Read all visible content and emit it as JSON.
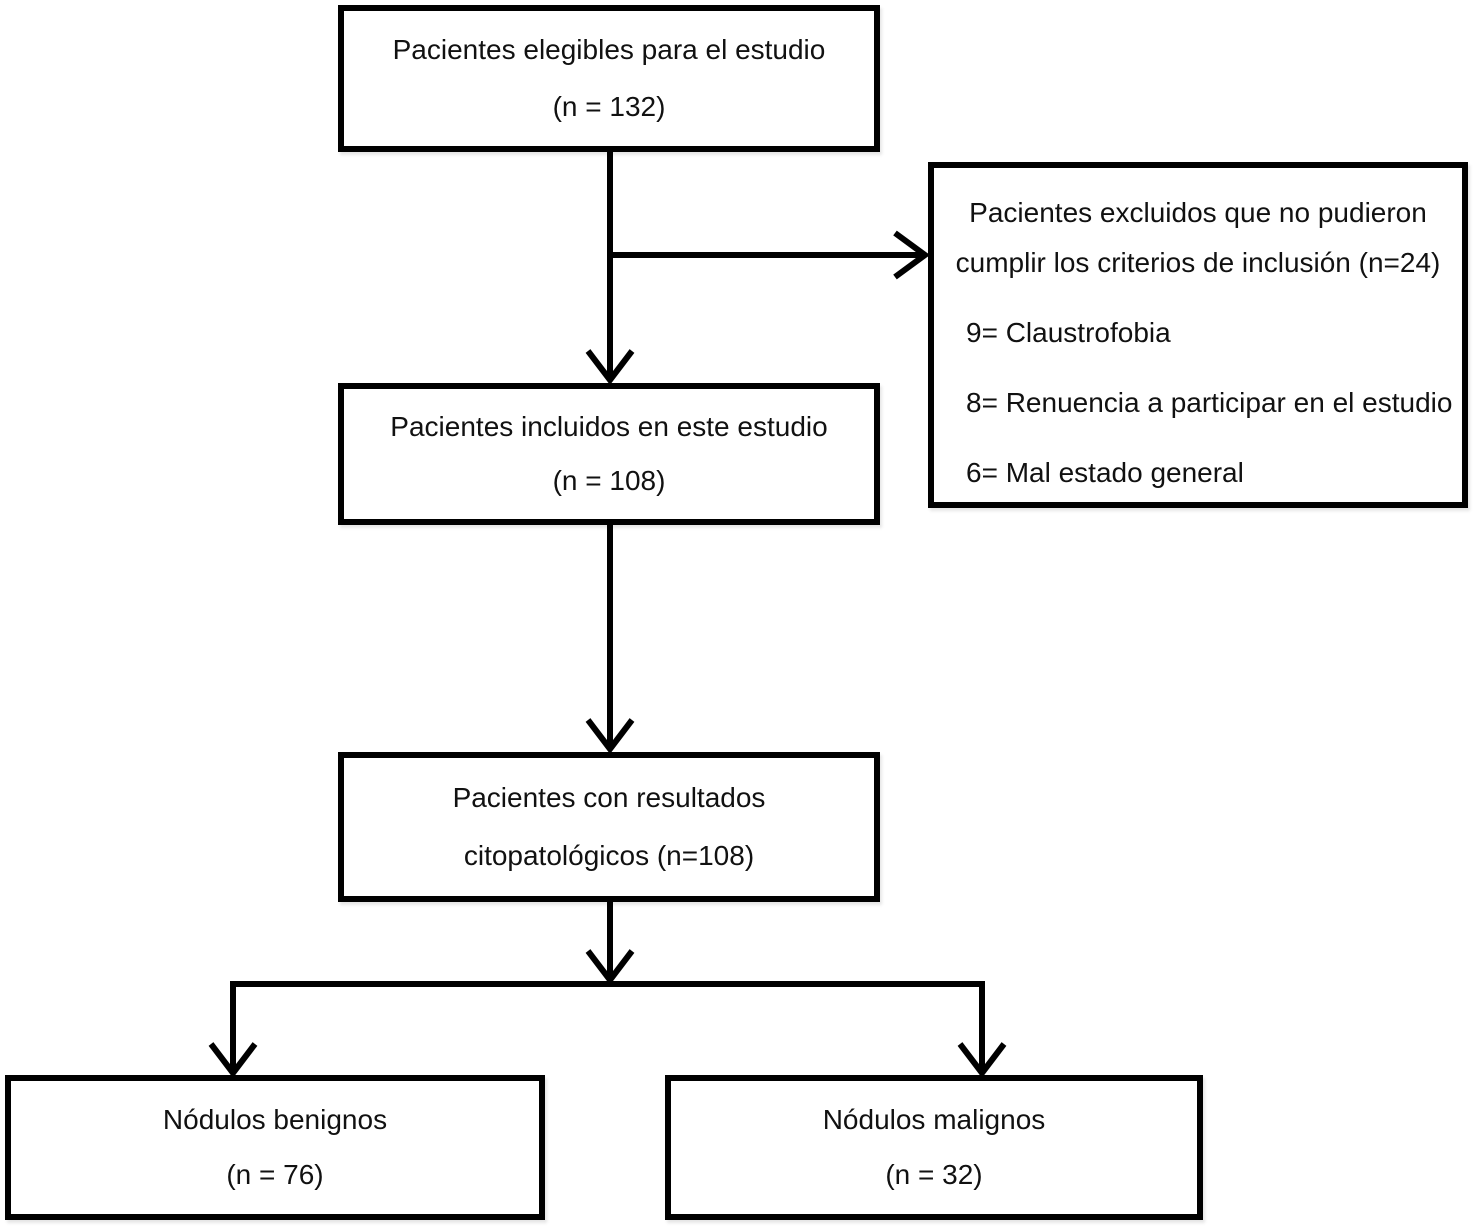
{
  "diagram": {
    "type": "flowchart",
    "colors": {
      "background": "#ffffff",
      "line": "#000000",
      "text": "#111111"
    },
    "nodes": {
      "eligible": {
        "line1": "Pacientes elegibles para el estudio",
        "line2": "(n = 132)"
      },
      "excluded": {
        "title_line1": "Pacientes excluidos que no pudieron",
        "title_line2": "cumplir los criterios de inclusión (n=24)",
        "items": [
          "9= Claustrofobia",
          "8= Renuencia a participar en el estudio",
          "6= Mal estado general"
        ]
      },
      "included": {
        "line1": "Pacientes incluidos en este estudio",
        "line2": "(n = 108)"
      },
      "cytopathology": {
        "line1": "Pacientes con resultados",
        "line2": "citopatológicos (n=108)"
      },
      "benign": {
        "line1": "Nódulos benignos",
        "line2": "(n = 76)"
      },
      "malignant": {
        "line1": "Nódulos malignos",
        "line2": "(n = 32)"
      }
    }
  }
}
